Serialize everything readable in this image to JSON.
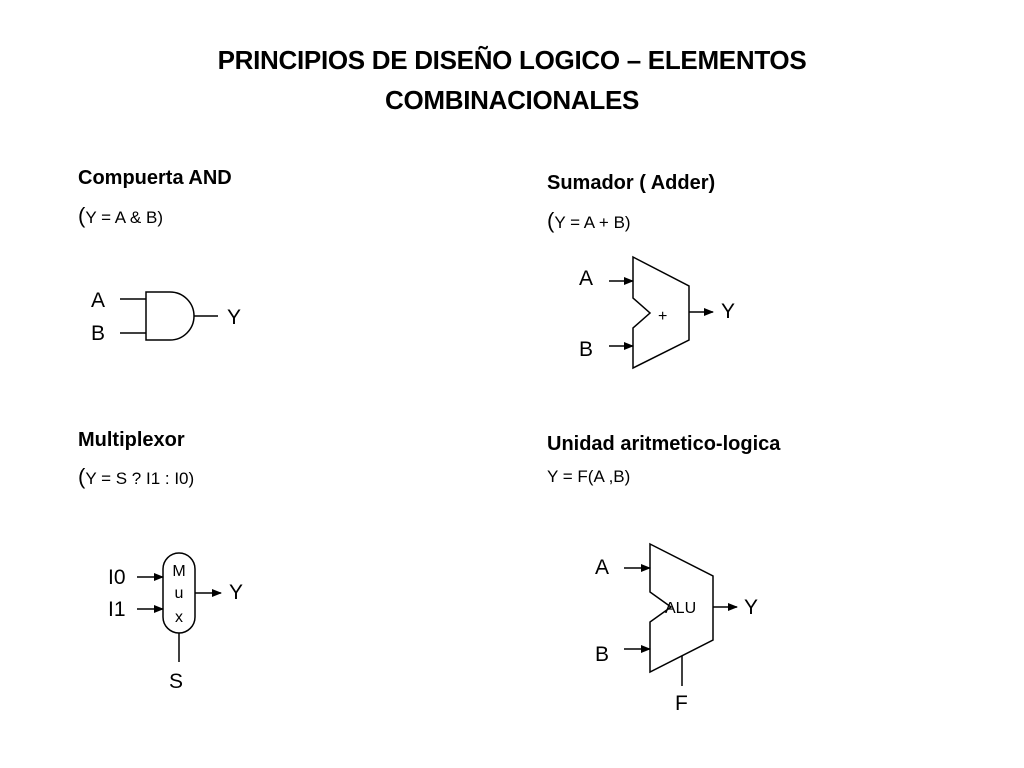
{
  "title": {
    "line1": "PRINCIPIOS DE DISEÑO LOGICO – ELEMENTOS",
    "line2": "COMBINACIONALES"
  },
  "sections": {
    "and_gate": {
      "heading": "Compuerta AND",
      "formula_open": "(",
      "formula_text": "Y = A & B)",
      "inputs": [
        "A",
        "B"
      ],
      "output": "Y"
    },
    "adder": {
      "heading": "Sumador ( Adder)",
      "formula_open": "(",
      "formula_text": "Y = A + B)",
      "inputs": [
        "A",
        "B"
      ],
      "symbol": "+",
      "output": "Y"
    },
    "multiplexer": {
      "heading": "Multiplexor",
      "formula_open": "(",
      "formula_text": "Y = S ? I1 : I0)",
      "inputs": [
        "I0",
        "I1"
      ],
      "body_letters": [
        "M",
        "u",
        "x"
      ],
      "output": "Y",
      "select": "S"
    },
    "alu": {
      "heading": "Unidad aritmetico-logica",
      "formula_text": "Y = F(A ,B)",
      "inputs": [
        "A",
        "B"
      ],
      "symbol": "ALU",
      "output": "Y",
      "function": "F"
    }
  }
}
